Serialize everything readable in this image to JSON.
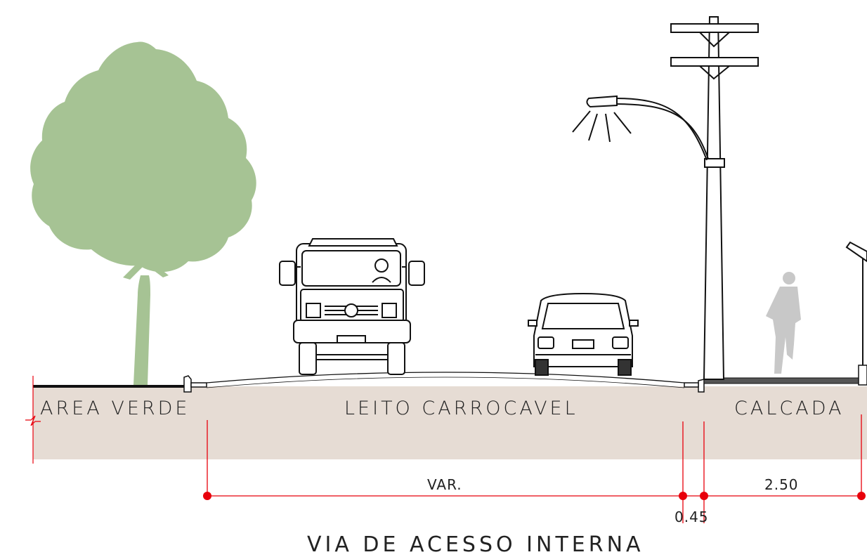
{
  "drawing": {
    "title": "VIA DE ACESSO INTERNA",
    "zones": {
      "green_area": "AREA VERDE",
      "roadway": "LEITO CARROCAVEL",
      "sidewalk": "CALCADA"
    },
    "dimensions": {
      "roadway_width": "VAR.",
      "curb_width": "0.45",
      "sidewalk_width": "2.50"
    },
    "colors": {
      "soil": "#e6dcd4",
      "tree": "#a6c394",
      "person": "#c8c8c8",
      "dimension_line": "#e8000b",
      "linework": "#111111"
    },
    "icons": [
      "tree-icon",
      "truck-icon",
      "car-icon",
      "street-light-pole-icon",
      "pedestrian-icon",
      "street-sign-icon"
    ]
  }
}
